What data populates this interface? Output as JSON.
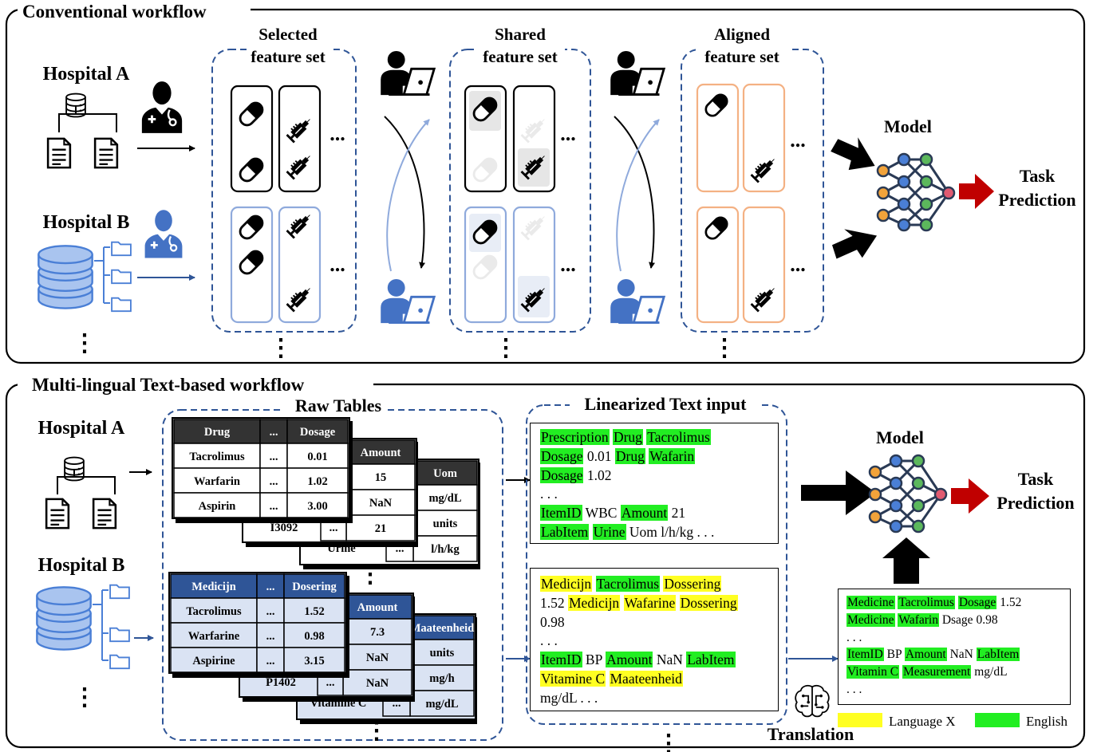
{
  "top": {
    "title": "Conventional workflow",
    "hospital_a": "Hospital A",
    "hospital_b": "Hospital B",
    "selected_1": "Selected",
    "selected_2": "feature set",
    "shared_1": "Shared",
    "shared_2": "feature set",
    "aligned_1": "Aligned",
    "aligned_2": "feature set",
    "model": "Model",
    "task_1": "Task",
    "task_2": "Prediction"
  },
  "bottom": {
    "title": "Multi-lingual Text-based workflow",
    "hospital_a": "Hospital A",
    "hospital_b": "Hospital B",
    "raw_tables": "Raw Tables",
    "linearized": "Linearized Text input",
    "model": "Model",
    "task_1": "Task",
    "task_2": "Prediction",
    "translation": "Translation",
    "legend_x": "Language X",
    "legend_en": "English",
    "colors": {
      "language_x": "#ffff22",
      "english": "#22ee22",
      "table_dark": "#333333",
      "table_blue": "#2f5597",
      "table_light_bg": "#dae3f3"
    }
  },
  "tables_a": {
    "drug": {
      "headers": [
        "Drug",
        "...",
        "Dosage"
      ],
      "rows": [
        [
          "Tacrolimus",
          "...",
          "0.01"
        ],
        [
          "Warfarin",
          "...",
          "1.02"
        ],
        [
          "Aspirin",
          "...",
          "3.00"
        ]
      ]
    },
    "amount": {
      "header": "Amount",
      "cells": [
        "15",
        "NaN",
        "21"
      ],
      "row_prefix": "I3092",
      "ellipsis": "..."
    },
    "uom": {
      "header": "Uom",
      "cells": [
        "mg/dL",
        "units",
        "l/h/kg"
      ],
      "row_prefix": "Urine",
      "ellipsis": "..."
    }
  },
  "tables_b": {
    "drug": {
      "headers": [
        "Medicijn",
        "...",
        "Dosering"
      ],
      "rows": [
        [
          "Tacrolimus",
          "...",
          "1.52"
        ],
        [
          "Warfarine",
          "...",
          "0.98"
        ],
        [
          "Aspirine",
          "...",
          "3.15"
        ]
      ]
    },
    "amount": {
      "header": "Amount",
      "cells": [
        "7.3",
        "NaN",
        "NaN"
      ],
      "row_prefix": "P1402",
      "ellipsis": "..."
    },
    "uom": {
      "header": "Maateenheid",
      "cells": [
        "units",
        "mg/h",
        "mg/dL"
      ],
      "row_prefix": "Vitamine C",
      "ellipsis": "..."
    }
  },
  "text_a": [
    [
      {
        "t": "Prescription",
        "h": "g"
      },
      {
        "t": "Drug",
        "h": "g"
      },
      {
        "t": "Tacrolimus",
        "h": "g"
      }
    ],
    [
      {
        "t": "Dosage",
        "h": "g"
      },
      {
        "t": "0.01"
      },
      {
        "t": "Drug",
        "h": "g"
      },
      {
        "t": "Wafarin",
        "h": "g"
      }
    ],
    [
      {
        "t": "Dosage",
        "h": "g"
      },
      {
        "t": "1.02"
      }
    ],
    [
      {
        "t": ". . ."
      }
    ],
    [
      {
        "t": "ItemID",
        "h": "g"
      },
      {
        "t": "WBC"
      },
      {
        "t": "Amount",
        "h": "g"
      },
      {
        "t": "21"
      }
    ],
    [
      {
        "t": "LabItem",
        "h": "g"
      },
      {
        "t": "Urine",
        "h": "g"
      },
      {
        "t": "Uom"
      },
      {
        "t": "l/h/kg . . ."
      }
    ]
  ],
  "text_b": [
    [
      {
        "t": "Medicijn",
        "h": "y"
      },
      {
        "t": "Tacrolimus",
        "h": "g"
      },
      {
        "t": "Dossering",
        "h": "y"
      }
    ],
    [
      {
        "t": "1.52"
      },
      {
        "t": "Medicijn",
        "h": "y"
      },
      {
        "t": "Wafarine",
        "h": "y"
      },
      {
        "t": "Dossering",
        "h": "y"
      }
    ],
    [
      {
        "t": "0.98"
      }
    ],
    [
      {
        "t": ". . ."
      }
    ],
    [
      {
        "t": "ItemID",
        "h": "g"
      },
      {
        "t": "BP"
      },
      {
        "t": "Amount",
        "h": "g"
      },
      {
        "t": "NaN"
      },
      {
        "t": "LabItem",
        "h": "g"
      }
    ],
    [
      {
        "t": "Vitamine C",
        "h": "y"
      },
      {
        "t": "Maateenheid",
        "h": "y"
      }
    ],
    [
      {
        "t": "mg/dL . . ."
      }
    ]
  ],
  "text_translated": [
    [
      {
        "t": "Medicine",
        "h": "g"
      },
      {
        "t": "Tacrolimus",
        "h": "g"
      },
      {
        "t": "Dosage",
        "h": "g"
      },
      {
        "t": "1.52"
      }
    ],
    [
      {
        "t": "Medicine",
        "h": "g"
      },
      {
        "t": "Wafarin",
        "h": "g"
      },
      {
        "t": "Dsage"
      },
      {
        "t": "0.98"
      }
    ],
    [
      {
        "t": ". . ."
      }
    ],
    [
      {
        "t": "ItemID",
        "h": "g"
      },
      {
        "t": "BP"
      },
      {
        "t": "Amount",
        "h": "g"
      },
      {
        "t": "NaN"
      },
      {
        "t": "LabItem",
        "h": "g"
      }
    ],
    [
      {
        "t": "Vitamin C",
        "h": "g"
      },
      {
        "t": "Measurement",
        "h": "g"
      },
      {
        "t": "mg/dL"
      }
    ],
    [
      {
        "t": ". . ."
      }
    ]
  ],
  "icons": [
    "database-icon",
    "document-icon",
    "folder-icon",
    "doctor-icon",
    "user-laptop-icon",
    "pill-icon",
    "syringe-icon",
    "neural-network-icon",
    "brain-icon",
    "arrow-icon"
  ],
  "ellipsis_h": "...",
  "ellipsis_v": "⋮"
}
